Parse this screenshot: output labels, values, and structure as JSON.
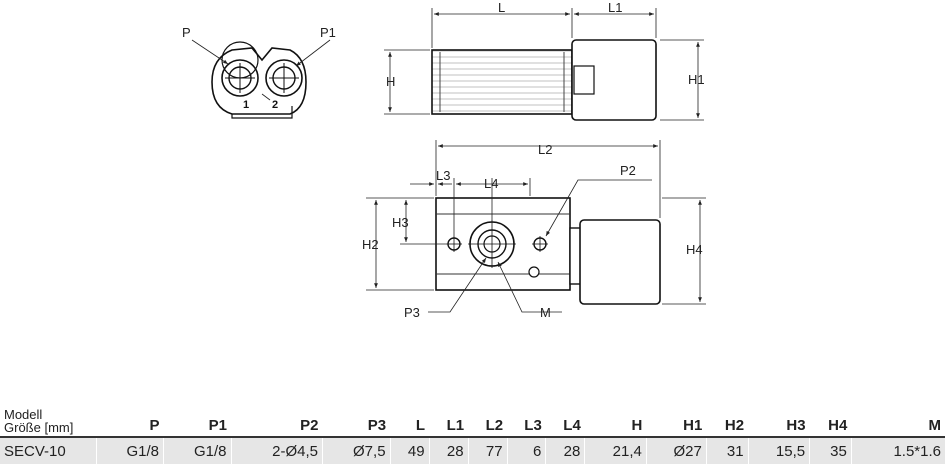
{
  "drawing": {
    "top_view_labels": {
      "p": "P",
      "p1": "P1",
      "port1": "1",
      "port2": "2"
    },
    "side_view_labels": {
      "l": "L",
      "l1": "L1",
      "h": "H",
      "h1": "H1"
    },
    "front_view_labels": {
      "l2": "L2",
      "l3": "L3",
      "l4": "L4",
      "p2": "P2",
      "h2": "H2",
      "h3": "H3",
      "h4": "H4",
      "p3": "P3",
      "m": "M"
    }
  },
  "table": {
    "model_header_line1": "Modell",
    "model_header_line2": "Größe [mm]",
    "columns": [
      "P",
      "P1",
      "P2",
      "P3",
      "L",
      "L1",
      "L2",
      "L3",
      "L4",
      "H",
      "H1",
      "H2",
      "H3",
      "H4",
      "M"
    ],
    "rows": [
      {
        "model": "SECV-10",
        "values": [
          "G1/8",
          "G1/8",
          "2-Ø4,5",
          "Ø7,5",
          "49",
          "28",
          "77",
          "6",
          "28",
          "21,4",
          "Ø27",
          "31",
          "15,5",
          "35",
          "1.5*1.6"
        ]
      }
    ]
  }
}
